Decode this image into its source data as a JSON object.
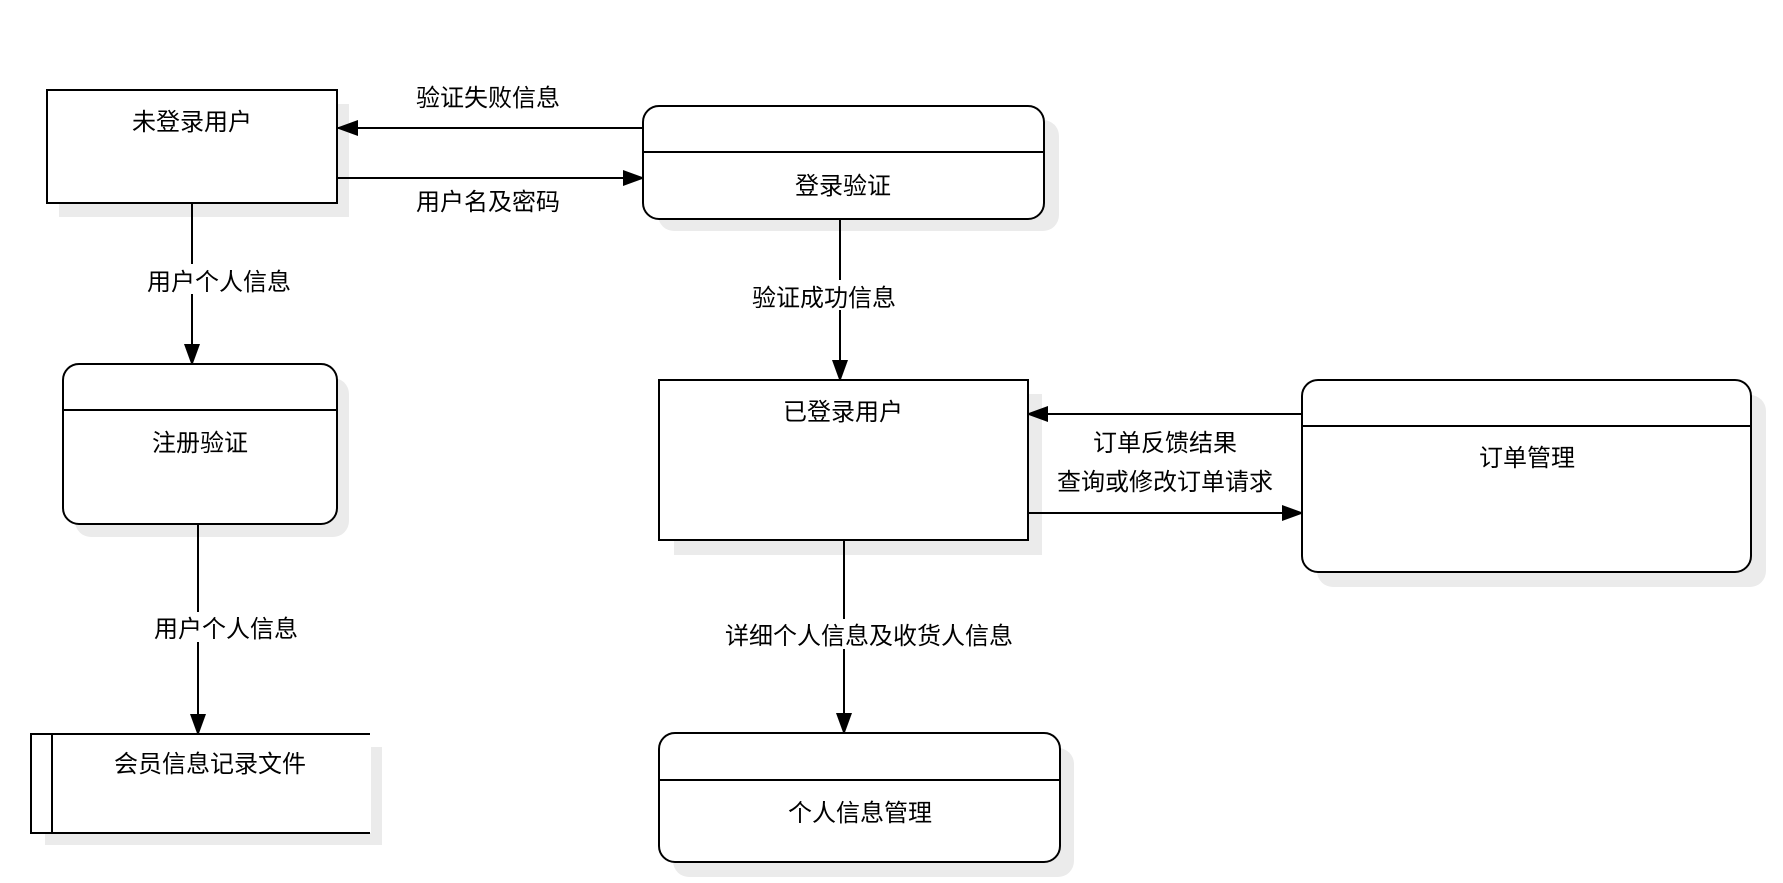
{
  "nodes": {
    "unregistered_user": "未登录用户",
    "login_verify": "登录验证",
    "register_verify": "注册验证",
    "logged_in_user": "已登录用户",
    "order_management": "订单管理",
    "member_info_file": "会员信息记录文件",
    "personal_info_management": "个人信息管理"
  },
  "edges": {
    "verify_fail_info": "验证失败信息",
    "username_password": "用户名及密码",
    "user_personal_info_1": "用户个人信息",
    "verify_success_info": "验证成功信息",
    "user_personal_info_2": "用户个人信息",
    "order_feedback_result": "订单反馈结果",
    "query_modify_order_request": "查询或修改订单请求",
    "detail_personal_receiver_info": "详细个人信息及收货人信息"
  },
  "colors": {
    "stroke": "#000000",
    "shadow": "#ebebeb",
    "fill": "#ffffff"
  }
}
